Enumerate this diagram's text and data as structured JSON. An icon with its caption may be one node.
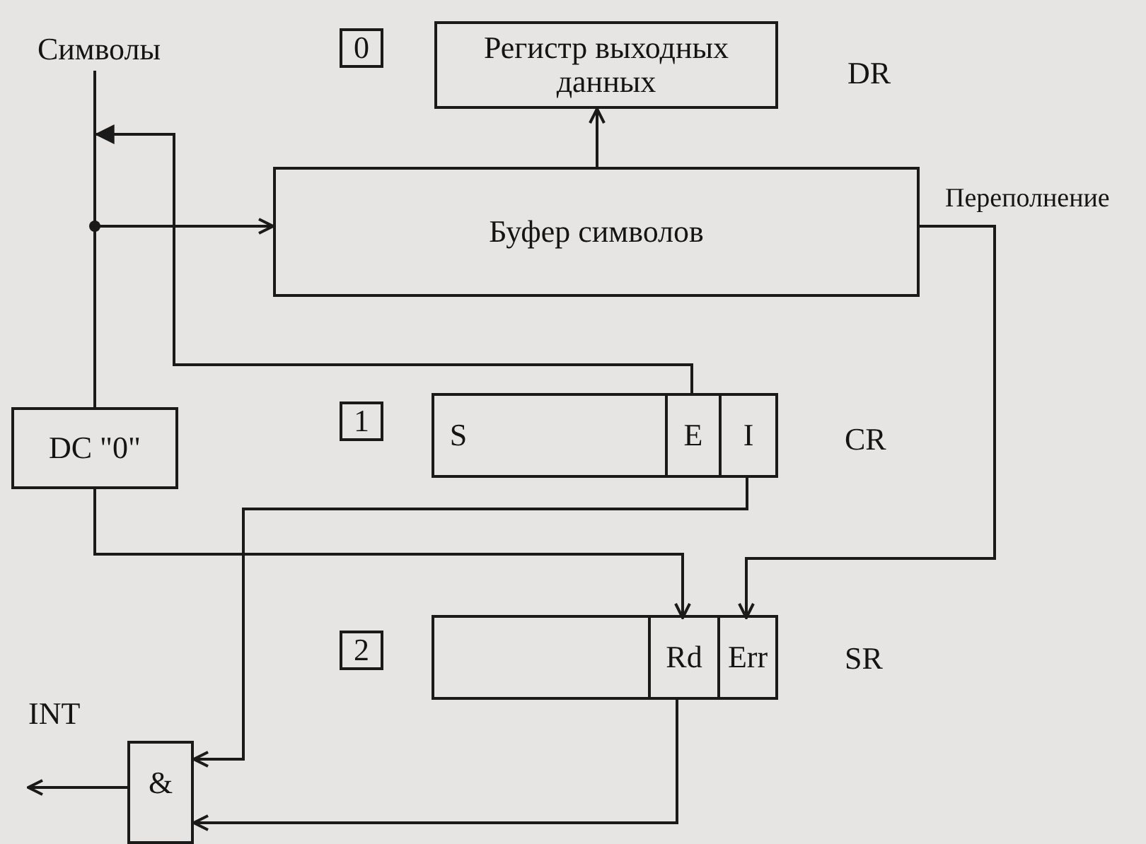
{
  "diagram": {
    "nodes": [
      {
        "text": [
          "Символы"
        ]
      },
      {
        "text": [
          "0"
        ]
      },
      {
        "text": [
          "Регистр выходных данных"
        ],
        "beside": [
          "DR"
        ]
      },
      {
        "text": [
          "Буфер символов"
        ]
      },
      {
        "text": [
          "1"
        ]
      },
      {
        "text": [],
        "shape": "box",
        "beside": [
          "CR"
        ]
      },
      {
        "text": [
          "S"
        ],
        "in": 5
      },
      {
        "text": [
          "E"
        ],
        "in": 5
      },
      {
        "text": [
          "I"
        ],
        "in": 5
      },
      {
        "text": [
          "DC \"0\""
        ]
      },
      {
        "text": [
          "2"
        ]
      },
      {
        "text": [],
        "shape": "box",
        "beside": [
          "SR"
        ]
      },
      {
        "text": [
          "Rd"
        ],
        "in": 11
      },
      {
        "text": [
          "Err"
        ],
        "in": 11
      },
      {
        "text": [
          "&"
        ]
      }
    ],
    "edges": [
      {
        "from": 0,
        "to": 9,
        "arrow": "none"
      },
      {
        "from": 0,
        "to": 3,
        "arrow": "to"
      },
      {
        "from": 7,
        "to": 0,
        "arrow": "to"
      },
      {
        "from": 3,
        "to": 2,
        "arrow": "to"
      },
      {
        "from": 3,
        "to": 13,
        "arrow": "to",
        "label": "Переполнение"
      },
      {
        "from": 9,
        "to": 12,
        "arrow": "to"
      },
      {
        "from": 8,
        "to": 14,
        "arrow": "to"
      },
      {
        "from": 12,
        "to": 14,
        "arrow": "to"
      },
      {
        "from": 14,
        "to": null,
        "arrow": "to"
      }
    ],
    "labels": [
      "INT"
    ]
  }
}
